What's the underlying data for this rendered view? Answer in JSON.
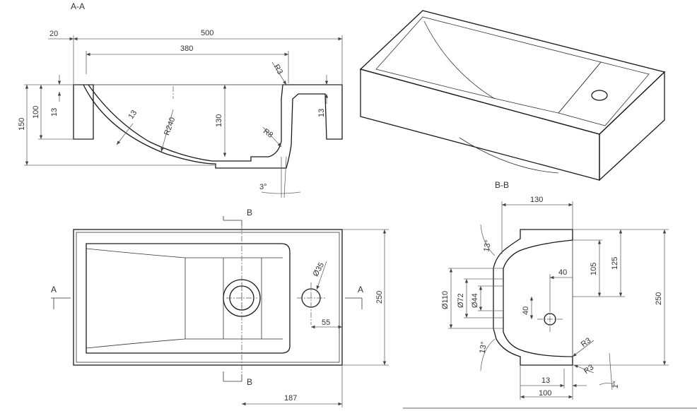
{
  "sections": {
    "aa": "A-A",
    "bb": "B-B",
    "a_left": "A",
    "a_right": "A",
    "b_top": "B",
    "b_bottom": "B"
  },
  "section_aa": {
    "d20": "20",
    "d500": "500",
    "d380": "380",
    "r3": "R3",
    "d100": "100",
    "d150": "150",
    "d13_left": "13",
    "d13_angle": "13",
    "r240": "R240",
    "d130": "130",
    "d13_right": "13",
    "r8": "R8",
    "ang3": "3°"
  },
  "top_view": {
    "d35": "Ø35",
    "d250": "250",
    "d55": "55",
    "d187": "187"
  },
  "section_bb": {
    "d130": "130",
    "ang13_top": "13°",
    "d40_h": "40",
    "d105": "105",
    "d125": "125",
    "d110": "Ø110",
    "d72": "Ø72",
    "d44": "Ø44",
    "d40_v": "40",
    "d250": "250",
    "ang13_bottom": "13°",
    "r3_top": "R3",
    "r3_bottom": "R3",
    "d13": "13",
    "d100": "100",
    "ang1": "1°"
  },
  "colors": {
    "line": "#1a1a1a",
    "dimension": "#666666",
    "text": "#333333"
  }
}
